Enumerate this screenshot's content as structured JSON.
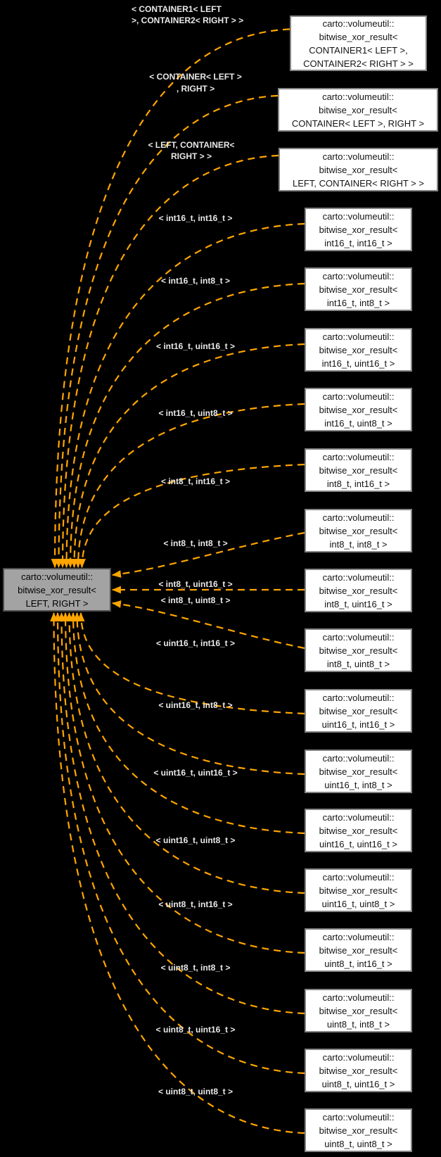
{
  "diagram": {
    "main_node": {
      "lines": [
        "carto::volumeutil::",
        "bitwise_xor_result<",
        "LEFT, RIGHT >"
      ]
    },
    "colors": {
      "background": "#000000",
      "edge": "#ffa500",
      "node_fill": "#ffffff",
      "node_border": "#848484",
      "node_text": "#141414",
      "main_node_fill": "#a3a3a3",
      "main_node_border": "#4d4d4d",
      "edge_label_text": "#e9e9e9"
    },
    "instantiations": [
      {
        "node_lines": [
          "carto::volumeutil::",
          "bitwise_xor_result<",
          "CONTAINER1< LEFT >,",
          "CONTAINER2< RIGHT > >"
        ],
        "edge_label_lines": [
          "< CONTAINER1< LEFT",
          ">, CONTAINER2< RIGHT > >"
        ]
      },
      {
        "node_lines": [
          "carto::volumeutil::",
          "bitwise_xor_result<",
          "CONTAINER< LEFT >, RIGHT >"
        ],
        "edge_label_lines": [
          "< CONTAINER< LEFT >",
          ", RIGHT >"
        ]
      },
      {
        "node_lines": [
          "carto::volumeutil::",
          "bitwise_xor_result<",
          "LEFT, CONTAINER< RIGHT > >"
        ],
        "edge_label_lines": [
          "< LEFT, CONTAINER<",
          "RIGHT > >"
        ]
      },
      {
        "node_lines": [
          "carto::volumeutil::",
          "bitwise_xor_result<",
          "int16_t, int16_t >"
        ],
        "edge_label_lines": [
          "< int16_t, int16_t >"
        ]
      },
      {
        "node_lines": [
          "carto::volumeutil::",
          "bitwise_xor_result<",
          "int16_t, int8_t >"
        ],
        "edge_label_lines": [
          "< int16_t, int8_t >"
        ]
      },
      {
        "node_lines": [
          "carto::volumeutil::",
          "bitwise_xor_result<",
          "int16_t, uint16_t >"
        ],
        "edge_label_lines": [
          "< int16_t, uint16_t >"
        ]
      },
      {
        "node_lines": [
          "carto::volumeutil::",
          "bitwise_xor_result<",
          "int16_t, uint8_t >"
        ],
        "edge_label_lines": [
          "< int16_t, uint8_t >"
        ]
      },
      {
        "node_lines": [
          "carto::volumeutil::",
          "bitwise_xor_result<",
          "int8_t, int16_t >"
        ],
        "edge_label_lines": [
          "< int8_t, int16_t >"
        ]
      },
      {
        "node_lines": [
          "carto::volumeutil::",
          "bitwise_xor_result<",
          "int8_t, int8_t >"
        ],
        "edge_label_lines": [
          "< int8_t, int8_t >"
        ]
      },
      {
        "node_lines": [
          "carto::volumeutil::",
          "bitwise_xor_result<",
          "int8_t, uint16_t >"
        ],
        "edge_label_lines": [
          "< int8_t, uint16_t >"
        ]
      },
      {
        "node_lines": [
          "carto::volumeutil::",
          "bitwise_xor_result<",
          "int8_t, uint8_t >"
        ],
        "edge_label_lines": [
          "< int8_t, uint8_t >"
        ]
      },
      {
        "node_lines": [
          "carto::volumeutil::",
          "bitwise_xor_result<",
          "uint16_t, int16_t >"
        ],
        "edge_label_lines": [
          "< uint16_t, int16_t >"
        ]
      },
      {
        "node_lines": [
          "carto::volumeutil::",
          "bitwise_xor_result<",
          "uint16_t, int8_t >"
        ],
        "edge_label_lines": [
          "< uint16_t, int8_t >"
        ]
      },
      {
        "node_lines": [
          "carto::volumeutil::",
          "bitwise_xor_result<",
          "uint16_t, uint16_t >"
        ],
        "edge_label_lines": [
          "< uint16_t, uint16_t >"
        ]
      },
      {
        "node_lines": [
          "carto::volumeutil::",
          "bitwise_xor_result<",
          "uint16_t, uint8_t >"
        ],
        "edge_label_lines": [
          "< uint16_t, uint8_t >"
        ]
      },
      {
        "node_lines": [
          "carto::volumeutil::",
          "bitwise_xor_result<",
          "uint8_t, int16_t >"
        ],
        "edge_label_lines": [
          "< uint8_t, int16_t >"
        ]
      },
      {
        "node_lines": [
          "carto::volumeutil::",
          "bitwise_xor_result<",
          "uint8_t, int8_t >"
        ],
        "edge_label_lines": [
          "< uint8_t, int8_t >"
        ]
      },
      {
        "node_lines": [
          "carto::volumeutil::",
          "bitwise_xor_result<",
          "uint8_t, uint16_t >"
        ],
        "edge_label_lines": [
          "< uint8_t, uint16_t >"
        ]
      },
      {
        "node_lines": [
          "carto::volumeutil::",
          "bitwise_xor_result<",
          "uint8_t, uint8_t >"
        ],
        "edge_label_lines": [
          "< uint8_t, uint8_t >"
        ]
      }
    ]
  }
}
